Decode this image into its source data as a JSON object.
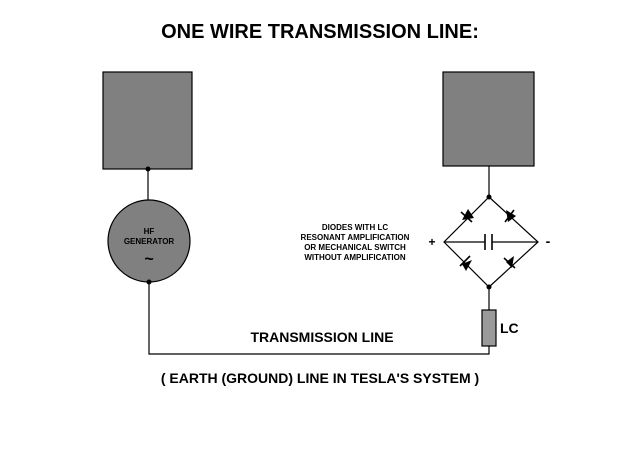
{
  "title": "ONE WIRE TRANSMISSION LINE:",
  "generator": {
    "line1": "HF",
    "line2": "GENERATOR",
    "symbol": "~"
  },
  "diode_note": {
    "line1": "DIODES WITH LC",
    "line2": "RESONANT AMPLIFICATION",
    "line3": "OR MECHANICAL SWITCH",
    "line4": "WITHOUT AMPLIFICATION"
  },
  "plus_sign": "+",
  "minus_sign": "-",
  "lc_label": "LC",
  "transmission_label": "TRANSMISSION LINE",
  "earth_note": "( EARTH (GROUND) LINE IN TESLA'S SYSTEM )",
  "colors": {
    "box_fill": "#808080",
    "lc_fill": "#9a9a9a",
    "line": "#000000"
  }
}
